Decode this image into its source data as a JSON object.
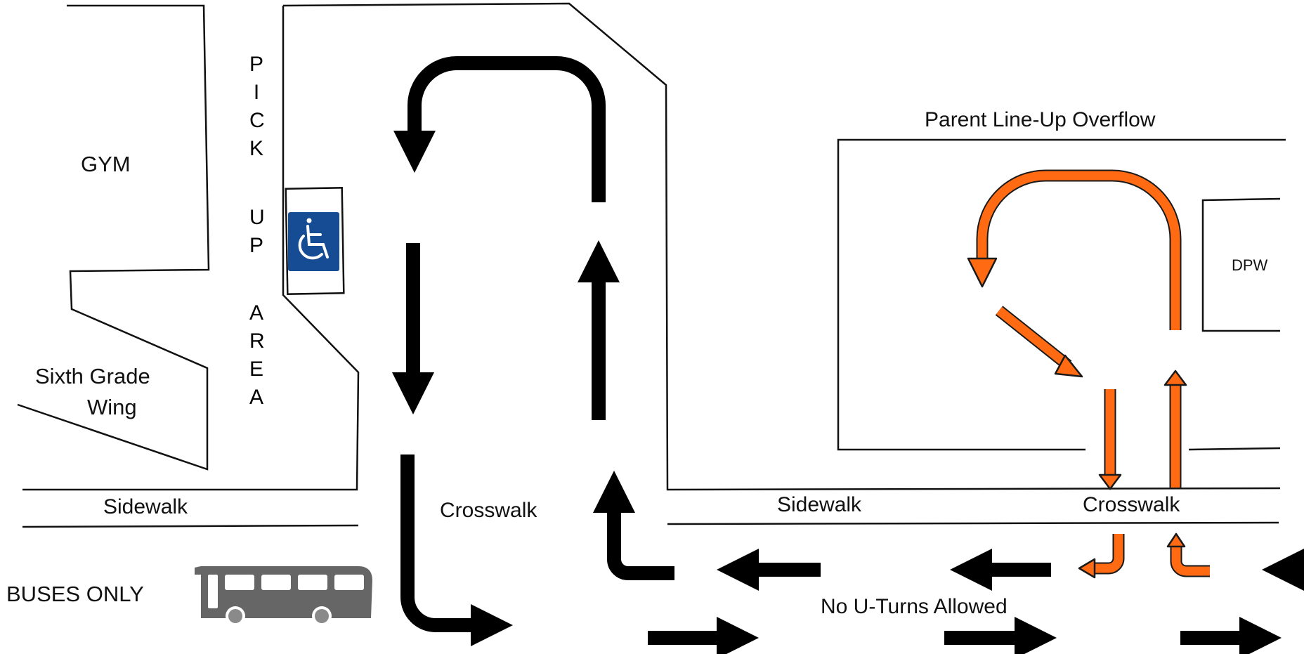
{
  "labels": {
    "gym": "GYM",
    "sixth_grade_wing_line1": "Sixth Grade",
    "sixth_grade_wing_line2": "Wing",
    "pickup_area_letters": [
      "P",
      "I",
      "C",
      "K",
      "U",
      "P",
      "A",
      "R",
      "E",
      "A"
    ],
    "sidewalk_left": "Sidewalk",
    "sidewalk_right": "Sidewalk",
    "crosswalk_left": "Crosswalk",
    "crosswalk_right": "Crosswalk",
    "buses_only": "BUSES ONLY",
    "no_u_turns": "No U-Turns Allowed",
    "parent_overflow": "Parent Line-Up Overflow",
    "dpw": "DPW"
  },
  "icons": {
    "accessible": "accessible-parking-icon",
    "bus": "bus-icon"
  },
  "colors": {
    "line": "#111111",
    "traffic_arrow": "#000000",
    "overflow_arrow": "#ff6a13",
    "overflow_arrow_outline": "#1a1a1a",
    "accessible_sign_bg": "#154c94",
    "bus": "#666666"
  }
}
